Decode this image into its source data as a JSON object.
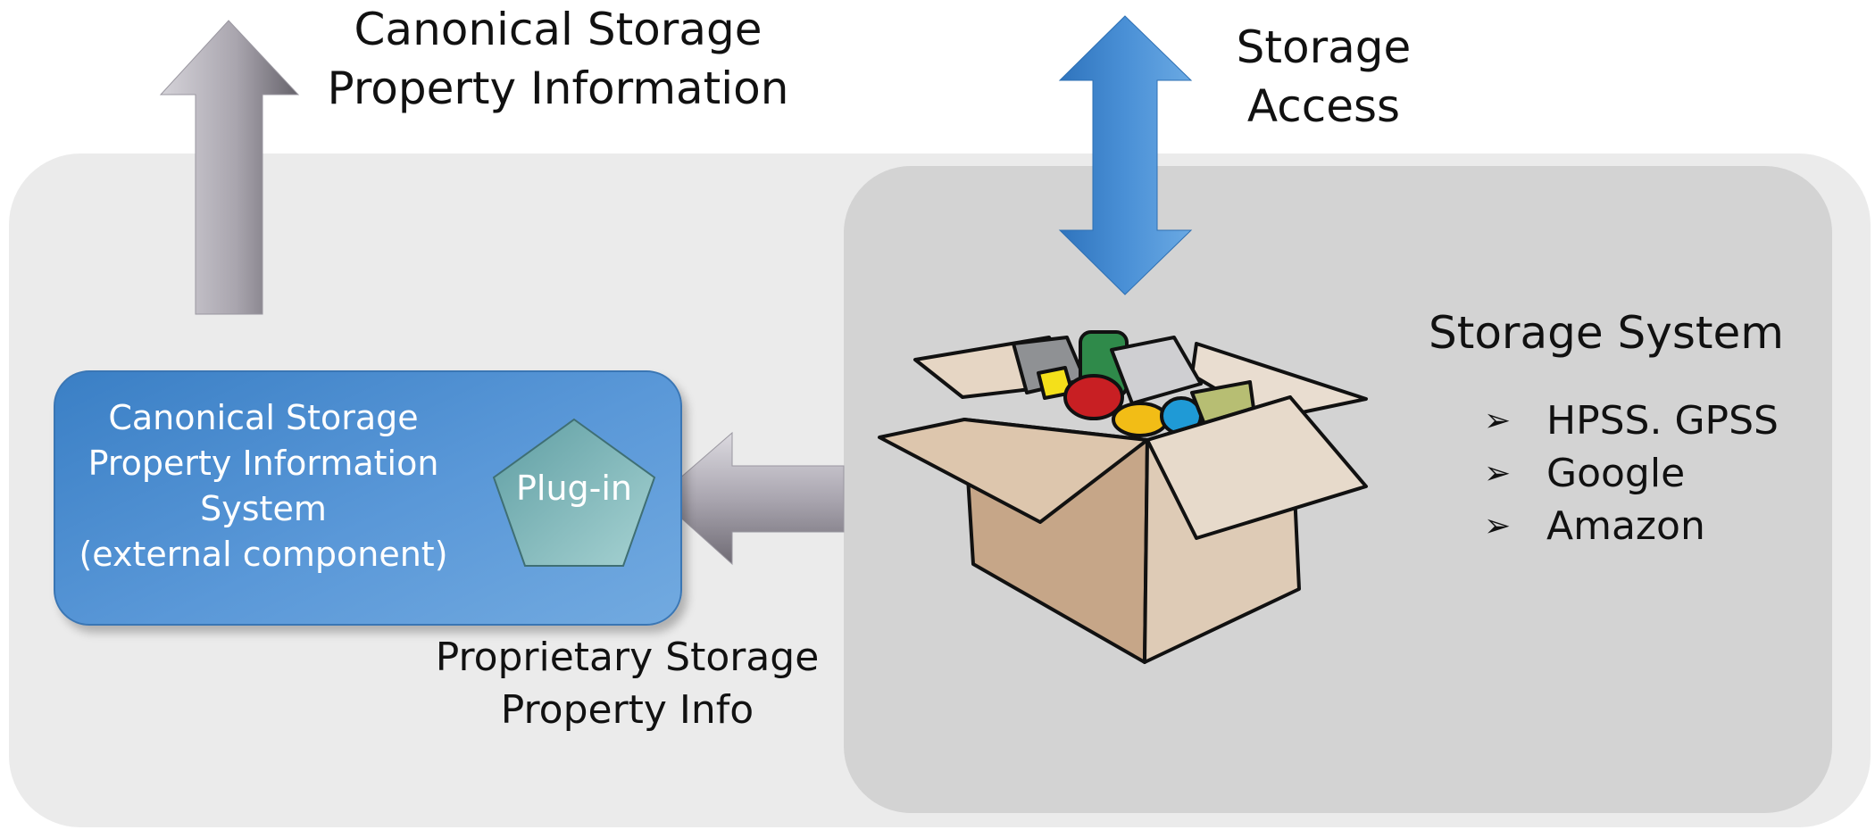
{
  "top_left_label": {
    "line1": "Canonical Storage",
    "line2": "Property Information"
  },
  "top_right_label": {
    "line1": "Storage",
    "line2": "Access"
  },
  "component_box": {
    "lines": [
      "Canonical Storage",
      "Property Information",
      "System",
      "(external component)"
    ],
    "plugin_label": "Plug-in"
  },
  "bottom_label": {
    "line1": "Proprietary Storage",
    "line2": "Property Info"
  },
  "storage_system": {
    "title": "Storage System",
    "bullet_glyph": "➢",
    "items": [
      "HPSS. GPSS",
      "Google",
      "Amazon"
    ]
  },
  "colors": {
    "outer_panel": "#ebebeb",
    "inner_panel": "#d3d3d3",
    "component_blue": "#4a8ad0",
    "access_arrow_blue": "#3f86cf",
    "gray_arrow": "#8e8a95",
    "plugin_teal": "#7fb5b8",
    "box_cardboard": "#d9c2a6"
  },
  "icons": {
    "up_arrow": "up-arrow-icon",
    "double_arrow": "double-arrow-icon",
    "left_arrow": "left-arrow-icon",
    "pentagon": "pentagon-icon",
    "box": "storage-box-icon"
  }
}
